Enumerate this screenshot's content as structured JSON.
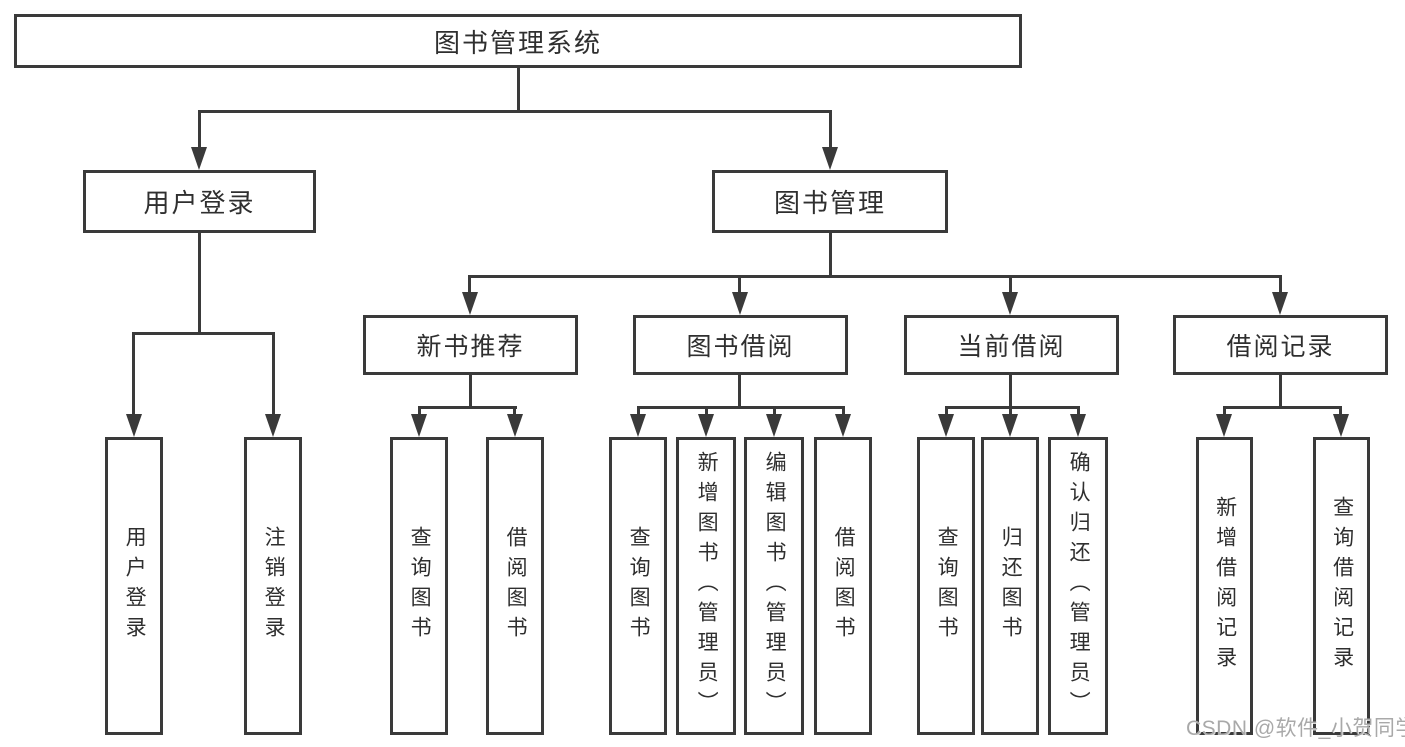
{
  "colors": {
    "line": "#3a3a3a",
    "text": "#2f2f2f",
    "background": "#ffffff",
    "watermark": "#a9a9a9"
  },
  "tree": {
    "label": "图书管理系统",
    "children": [
      {
        "label": "用户登录",
        "children": [
          {
            "label": "用户登录"
          },
          {
            "label": "注销登录"
          }
        ]
      },
      {
        "label": "图书管理",
        "children": [
          {
            "label": "新书推荐",
            "children": [
              {
                "label": "查询图书"
              },
              {
                "label": "借阅图书"
              }
            ]
          },
          {
            "label": "图书借阅",
            "children": [
              {
                "label": "查询图书"
              },
              {
                "label": "新增图书（管理员）"
              },
              {
                "label": "编辑图书（管理员）"
              },
              {
                "label": "借阅图书"
              }
            ]
          },
          {
            "label": "当前借阅",
            "children": [
              {
                "label": "查询图书"
              },
              {
                "label": "归还图书"
              },
              {
                "label": "确认归还（管理员）"
              }
            ]
          },
          {
            "label": "借阅记录",
            "children": [
              {
                "label": "新增借阅记录"
              },
              {
                "label": "查询借阅记录"
              }
            ]
          }
        ]
      }
    ]
  },
  "watermark": {
    "text": "CSDN @软件_小贺同学"
  }
}
